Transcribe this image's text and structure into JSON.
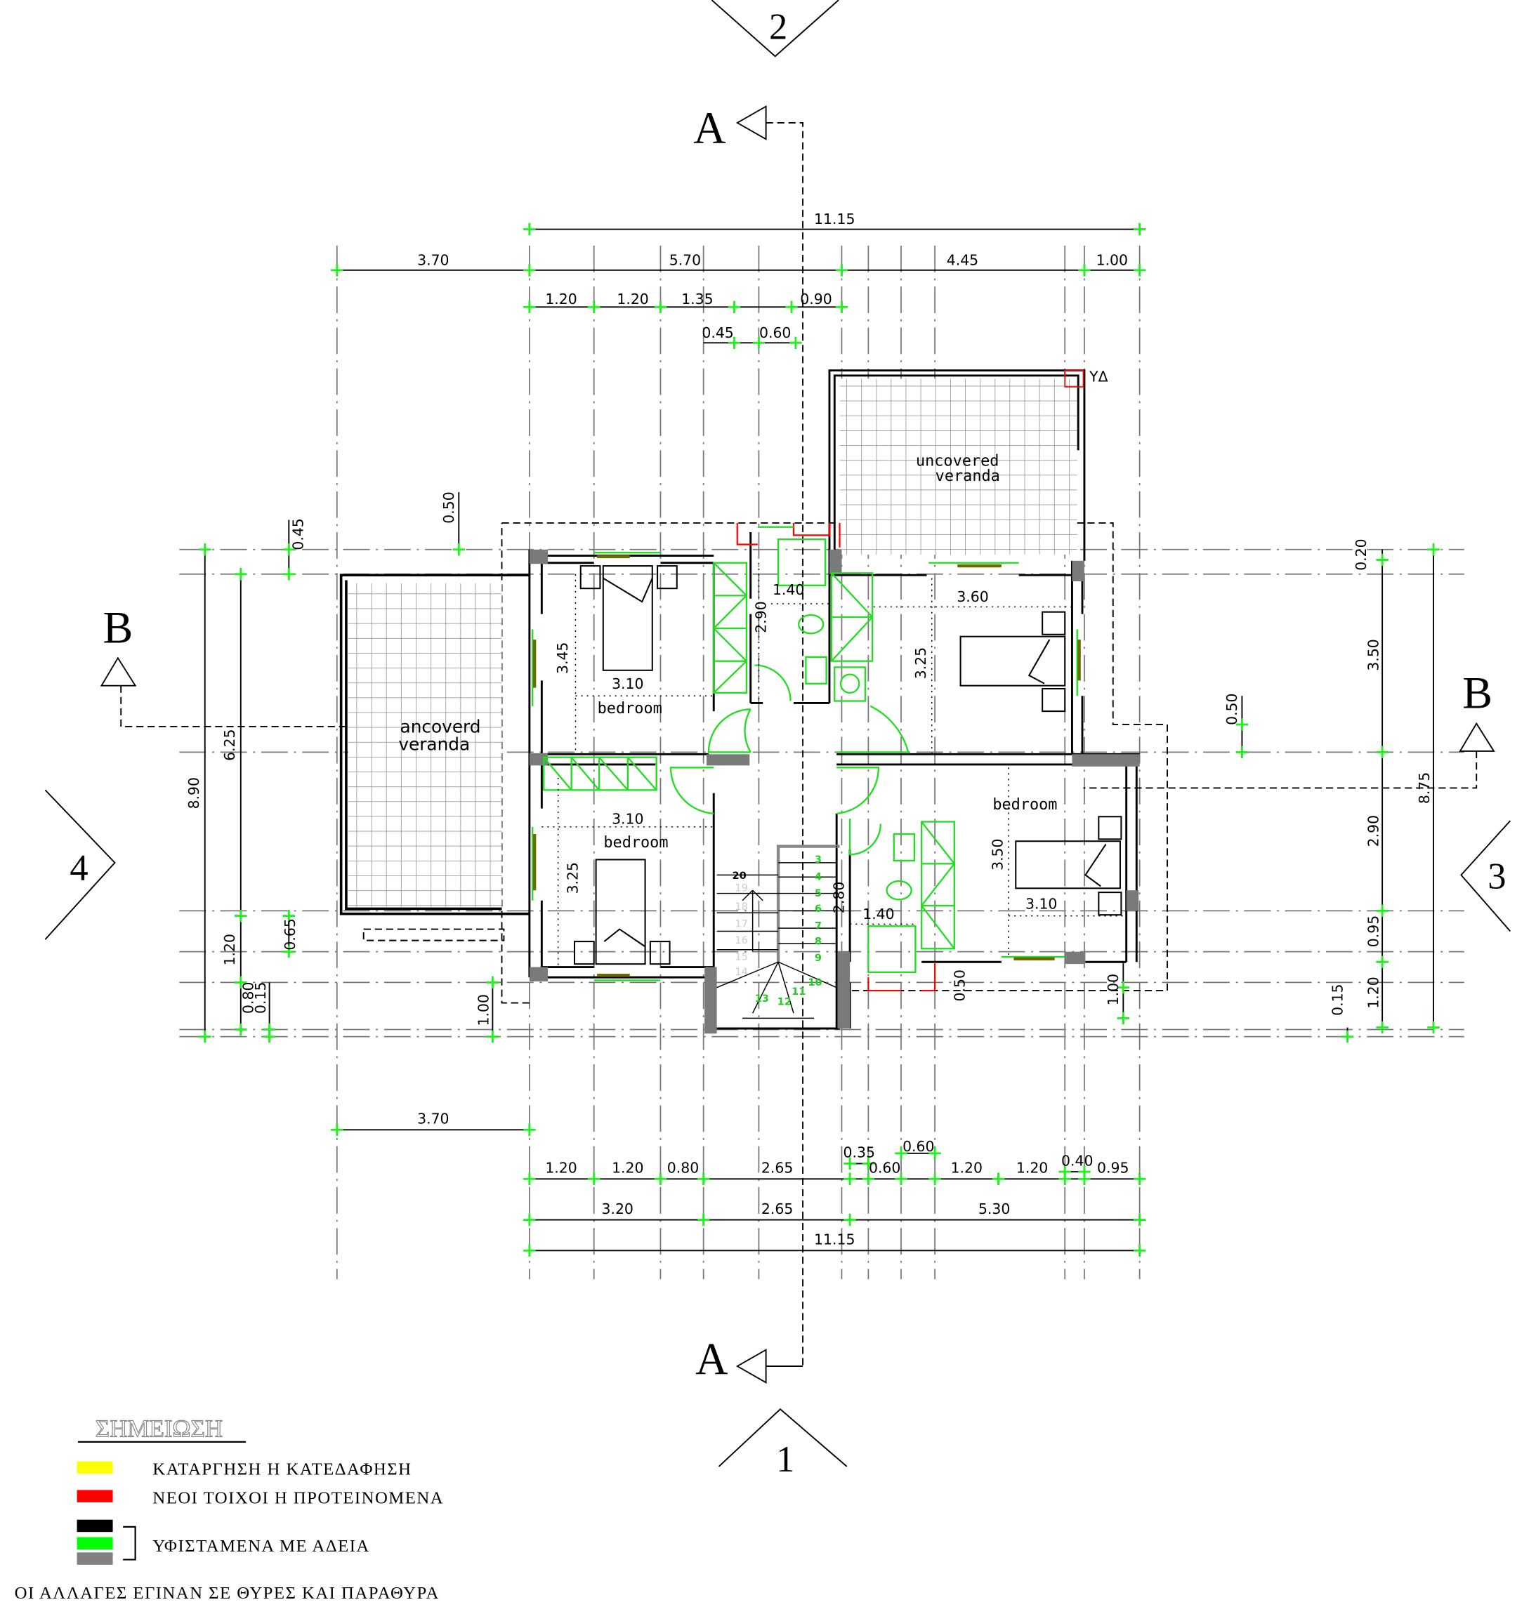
{
  "section_marks": {
    "a_top": "A",
    "a_bottom": "A",
    "b_left": "B",
    "b_right": "B"
  },
  "elevation_marks": {
    "top": "2",
    "bottom": "1",
    "left": "4",
    "right": "3"
  },
  "dimensions": {
    "top": [
      "11.15",
      "3.70",
      "5.70",
      "4.45",
      "1.00",
      "1.20",
      "1.20",
      "1.35",
      "0.90",
      "0.45",
      "0.60"
    ],
    "left": [
      "8.90",
      "6.25",
      "1.20",
      "0.80",
      "0.15",
      "0.45",
      "0.50",
      "0.65",
      "1.00"
    ],
    "right": [
      "8.75",
      "0.20",
      "3.50",
      "2.90",
      "0.95",
      "1.20",
      "0.15",
      "0.50",
      "1.00"
    ],
    "bottom": [
      "3.70",
      "1.20",
      "1.20",
      "0.80",
      "2.65",
      "0.35",
      "0.60",
      "0.60",
      "1.20",
      "1.20",
      "0.40",
      "0.95",
      "3.20",
      "2.65",
      "5.30",
      "11.15"
    ]
  },
  "rooms": {
    "bedroom_nw": "bedroom",
    "bedroom_sw": "bedroom",
    "bedroom_se": "bedroom",
    "covered_veranda": [
      "ancoverd",
      "veranda"
    ],
    "uncovered_veranda": [
      "uncovered",
      "veranda"
    ],
    "ud_label": "ΥΔ"
  },
  "interior_dims": [
    "3.10",
    "3.45",
    "1.40",
    "2.90",
    "3.60",
    "3.25",
    "3.10",
    "3.25",
    "2.80",
    "1.40",
    "3.50",
    "3.10",
    "0.50"
  ],
  "stairs": {
    "green": [
      "3",
      "4",
      "5",
      "6",
      "7",
      "8",
      "9",
      "10",
      "11",
      "12",
      "13"
    ],
    "up": "20",
    "faded": [
      "19",
      "18",
      "17",
      "16",
      "15",
      "14"
    ]
  },
  "legend": {
    "title": "ΣΗΜΕΙΩΣΗ",
    "items": [
      {
        "label": "ΚΑΤΑΡΓΗΣΗ Η ΚΑΤΕΔΑΦΗΣΗ",
        "color": "#ffff00"
      },
      {
        "label": "ΝΕΟΙ ΤΟΙΧΟΙ Η ΠΡΟΤΕΙΝΟΜΕΝΑ",
        "color": "#ff0000"
      },
      {
        "label": "ΥΦΙΣΤΑΜΕΝΑ ΜΕ ΑΔΕΙΑ",
        "colors": [
          "#000000",
          "#00ff00",
          "#808080"
        ]
      }
    ],
    "note": "ΟΙ ΑΛΛΑΓΕΣ ΕΓΙΝΑΝ ΣΕ ΘΥΡΕΣ ΚΑΙ ΠΑΡΑΘΥΡΑ"
  },
  "colors": {
    "existing_green": "#22dd22",
    "new_red": "#ff0000",
    "column_gray": "#7a7a7a",
    "demolition_yellow": "#ffff00"
  }
}
